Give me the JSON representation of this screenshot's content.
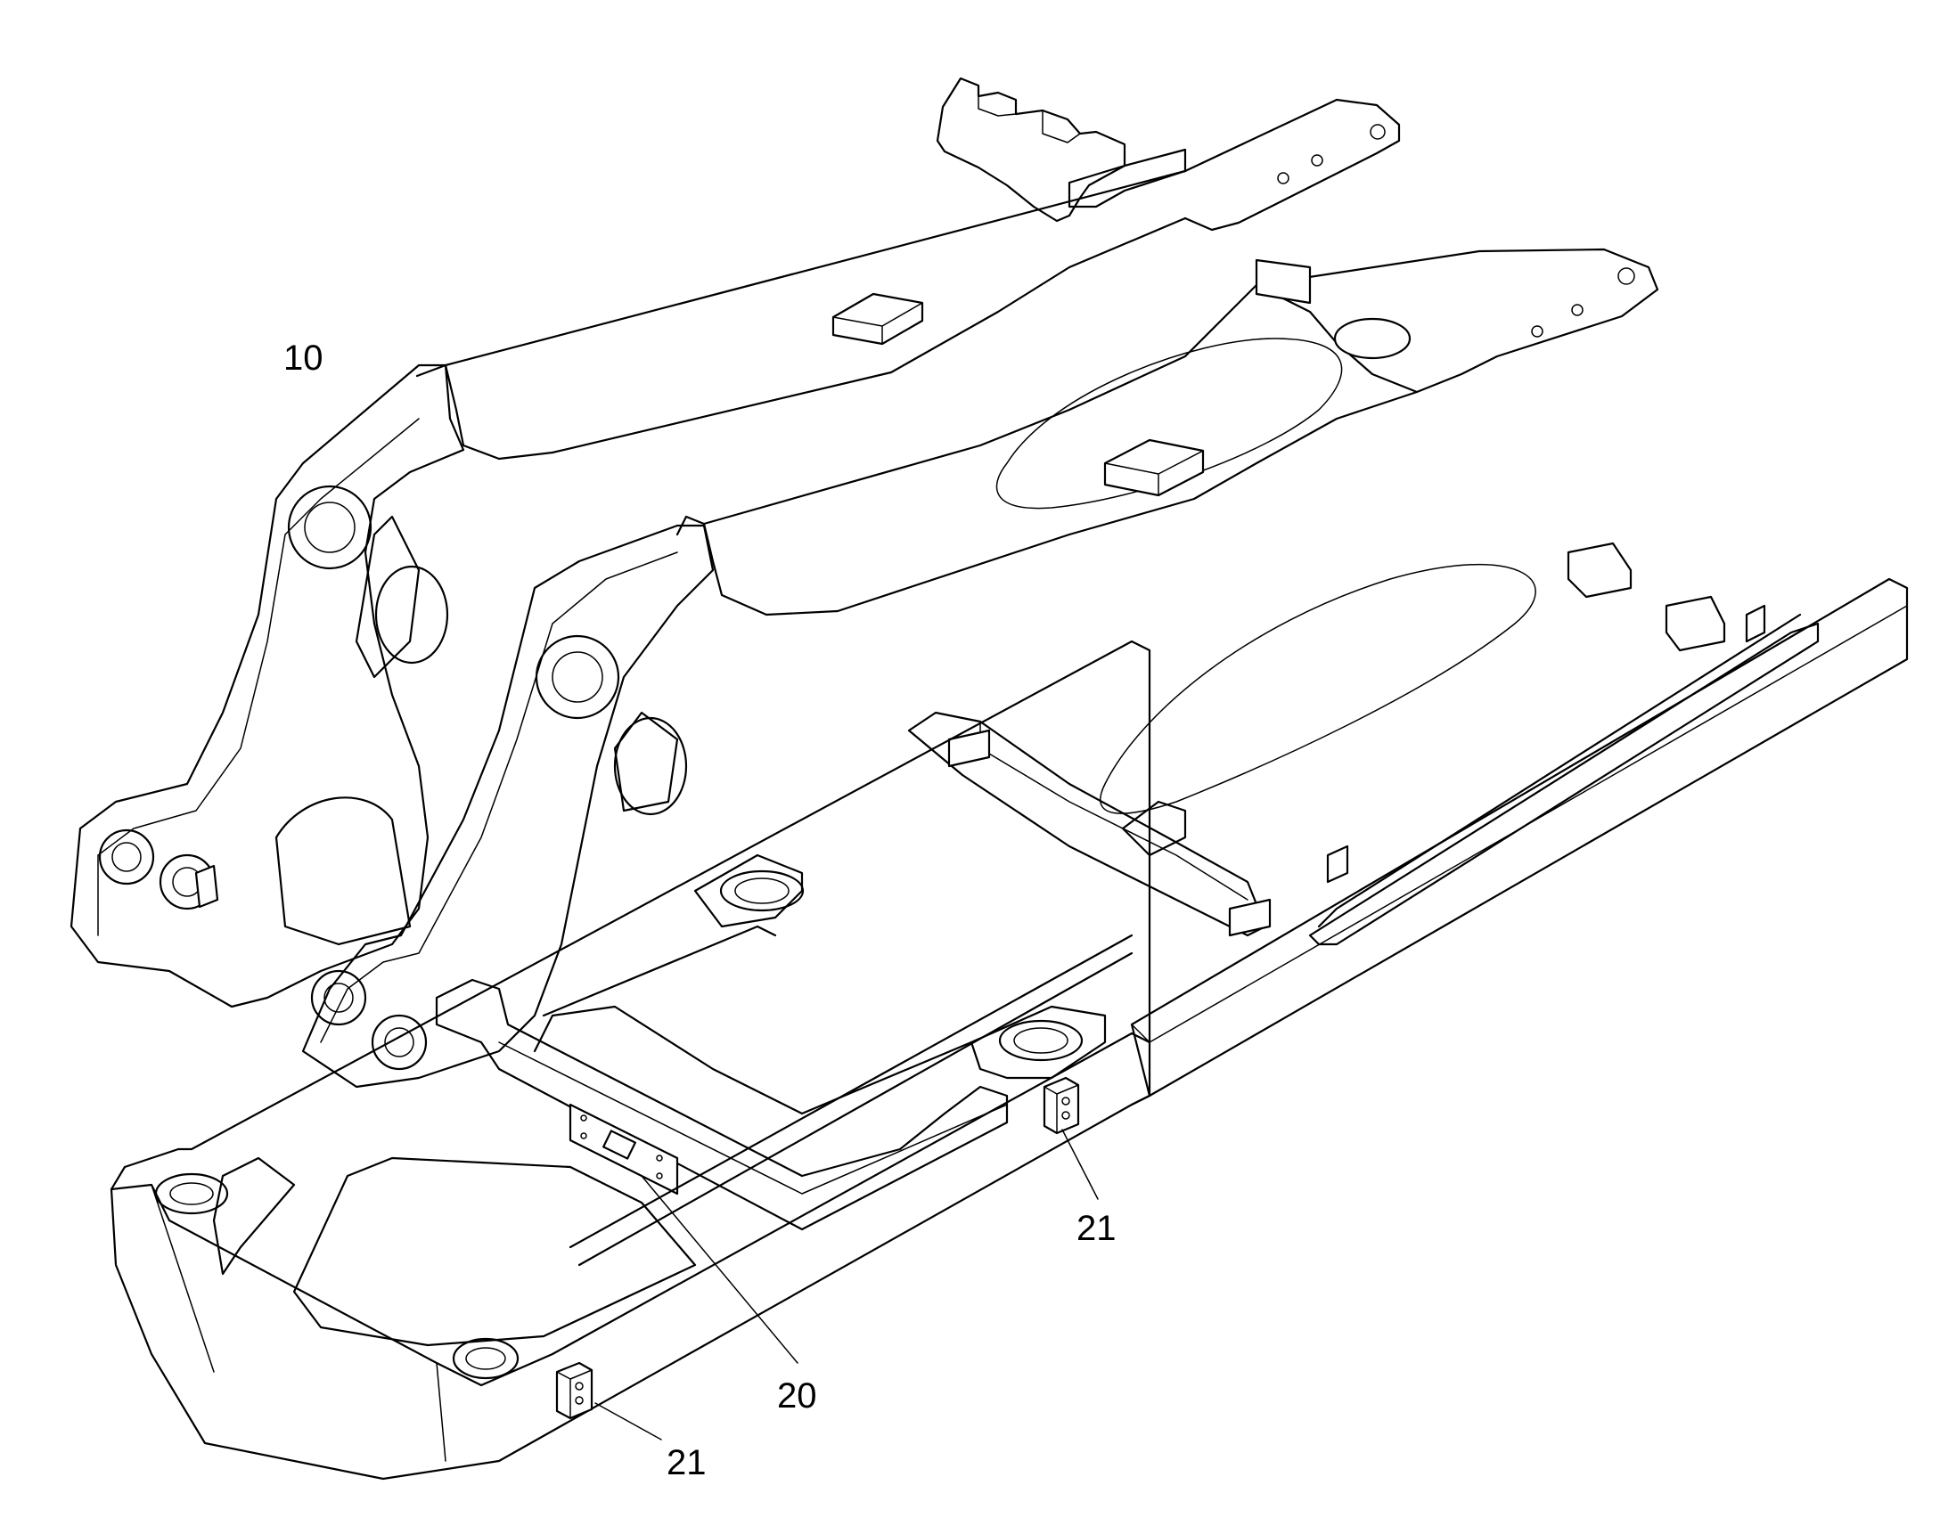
{
  "callouts": {
    "label_10": "10",
    "label_20": "20",
    "label_21_upper": "21",
    "label_21_lower": "21"
  },
  "colors": {
    "line": "#000000",
    "background": "#ffffff"
  }
}
